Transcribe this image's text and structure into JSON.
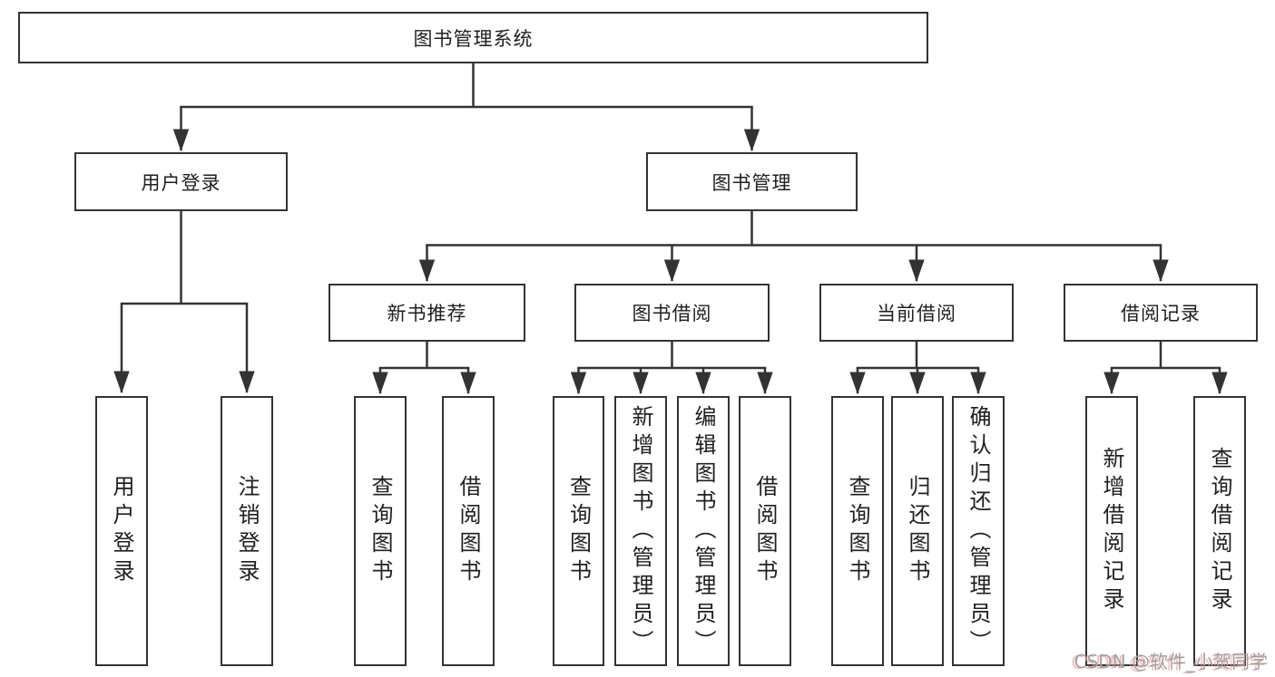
{
  "tree": {
    "label": "图书管理系统",
    "children": [
      {
        "label": "用户登录",
        "children": [
          {
            "label": "用户登录"
          },
          {
            "label": "注销登录"
          }
        ]
      },
      {
        "label": "图书管理",
        "children": [
          {
            "label": "新书推荐",
            "children": [
              {
                "label": "查询图书"
              },
              {
                "label": "借阅图书"
              }
            ]
          },
          {
            "label": "图书借阅",
            "children": [
              {
                "label": "查询图书"
              },
              {
                "label": "新增图书（管理员）"
              },
              {
                "label": "编辑图书（管理员）"
              },
              {
                "label": "借阅图书"
              }
            ]
          },
          {
            "label": "当前借阅",
            "children": [
              {
                "label": "查询图书"
              },
              {
                "label": "归还图书"
              },
              {
                "label": "确认归还（管理员）"
              }
            ]
          },
          {
            "label": "借阅记录",
            "children": [
              {
                "label": "新增借阅记录"
              },
              {
                "label": "查询借阅记录"
              }
            ]
          }
        ]
      }
    ]
  },
  "watermark": {
    "text": "CSDN @软件_小贺同学"
  },
  "colors": {
    "line": "#333333",
    "box_border": "#333333",
    "box_fill": "#ffffff",
    "text": "#1f1f1f",
    "background": "#ffffff",
    "watermark": "#a0a0a0",
    "watermark_shadow": "#e79a9a"
  }
}
